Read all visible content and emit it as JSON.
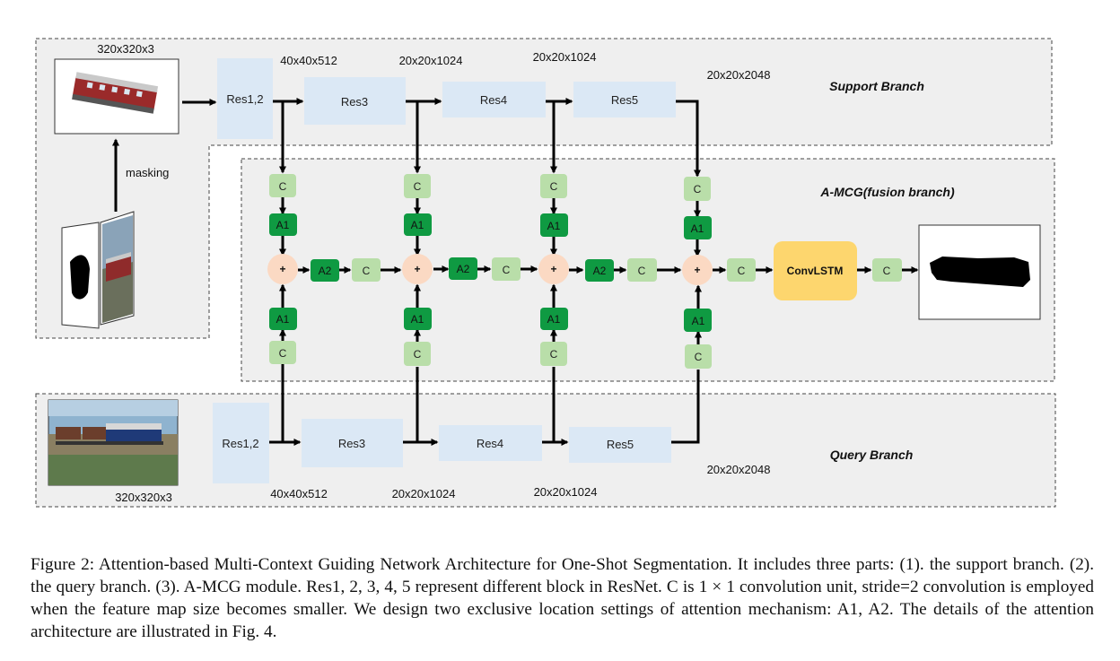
{
  "support": {
    "title": "Support Branch",
    "input_size": "320x320x3",
    "masking": "masking",
    "blocks": [
      "Res1,2",
      "Res3",
      "Res4",
      "Res5"
    ],
    "sizes": [
      "40x40x512",
      "20x20x1024",
      "20x20x1024",
      "20x20x2048"
    ]
  },
  "query": {
    "title": "Query Branch",
    "input_size": "320x320x3",
    "blocks": [
      "Res1,2",
      "Res3",
      "Res4",
      "Res5"
    ],
    "sizes": [
      "40x40x512",
      "20x20x1024",
      "20x20x1024",
      "20x20x2048"
    ]
  },
  "fusion": {
    "title": "A-MCG(fusion branch)",
    "c": "C",
    "a1": "A1",
    "a2": "A2",
    "plus": "+",
    "convlstm": "ConvLSTM"
  },
  "colors": {
    "res_block": "#dbe8f5",
    "c_unit": "#b9dea9",
    "attention": "#0f9a42",
    "plus_node": "#fbd9c3",
    "convlstm": "#fdd66e",
    "panel": "#efefef"
  },
  "caption": "Figure 2: Attention-based Multi-Context Guiding Network Architecture for One-Shot Segmentation. It includes three parts: (1). the support branch. (2). the query branch. (3). A-MCG module. Res1, 2, 3, 4, 5 represent different block in ResNet. C is 1 × 1 convolution unit, stride=2 convolution is employed when the feature map size becomes smaller. We design two exclusive location settings of attention mechanism: A1, A2. The details of the attention architecture are illustrated in Fig. 4."
}
